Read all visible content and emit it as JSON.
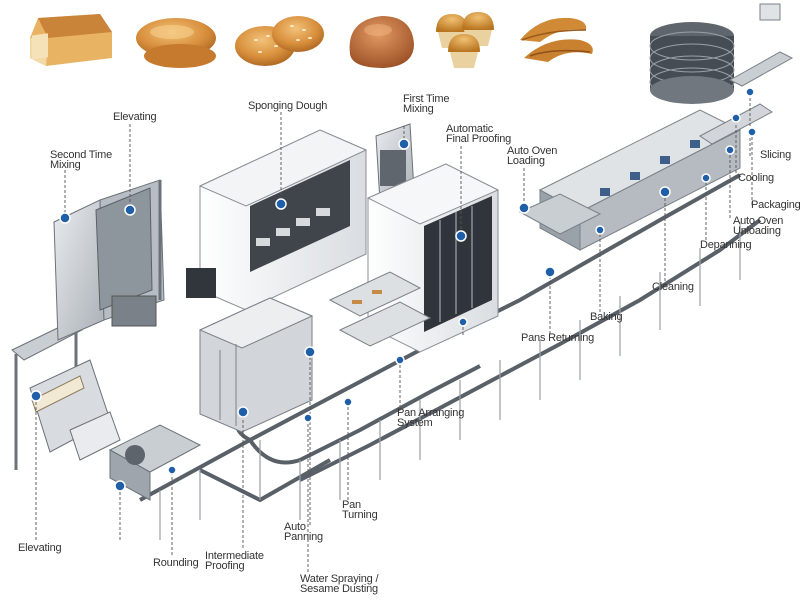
{
  "products": [
    {
      "name": "bread-loaf",
      "color": "#e0a857"
    },
    {
      "name": "hotdog-bun",
      "color": "#d99a4a"
    },
    {
      "name": "sesame-burger-bun",
      "color": "#d88f3c"
    },
    {
      "name": "dinner-roll",
      "color": "#b86a3a"
    },
    {
      "name": "muffins",
      "color": "#d6923e"
    },
    {
      "name": "croissants",
      "color": "#d08a36"
    }
  ],
  "labels": {
    "elevating_top": "Elevating",
    "second_time_mixing": [
      "Second Time",
      "Mixing"
    ],
    "sponging_dough": "Sponging Dough",
    "first_time_mixing": [
      "First Time",
      "Mixing"
    ],
    "automatic_final_proofing": [
      "Automatic",
      "Final Proofing"
    ],
    "auto_oven_loading": [
      "Auto Oven",
      "Loading"
    ],
    "slicing": "Slicing",
    "cooling": "Cooling",
    "packaging": "Packaging",
    "auto_oven_unloading": [
      "Auto Oven",
      "Unloading"
    ],
    "depanning": "Depanning",
    "cleaning": "Cleaning",
    "baking": "Baking",
    "pans_returning": "Pans Returning",
    "pan_arranging_system": [
      "Pan Arranging",
      "System"
    ],
    "pan_turning": [
      "Pan",
      "Turning"
    ],
    "auto_panning": [
      "Auto",
      "Panning"
    ],
    "water_spraying": [
      "Water Spraying /",
      "Sesame Dusting"
    ],
    "intermediate_proofing": [
      "Intermediate",
      "Proofing"
    ],
    "rounding": "Rounding",
    "elevating_bottom": "Elevating"
  },
  "colors": {
    "marker": "#1f5fa8",
    "machine_steel": "#c9ced3",
    "machine_white": "#f4f5f6",
    "conveyor": "#5a6068",
    "leader_line": "#555555"
  }
}
